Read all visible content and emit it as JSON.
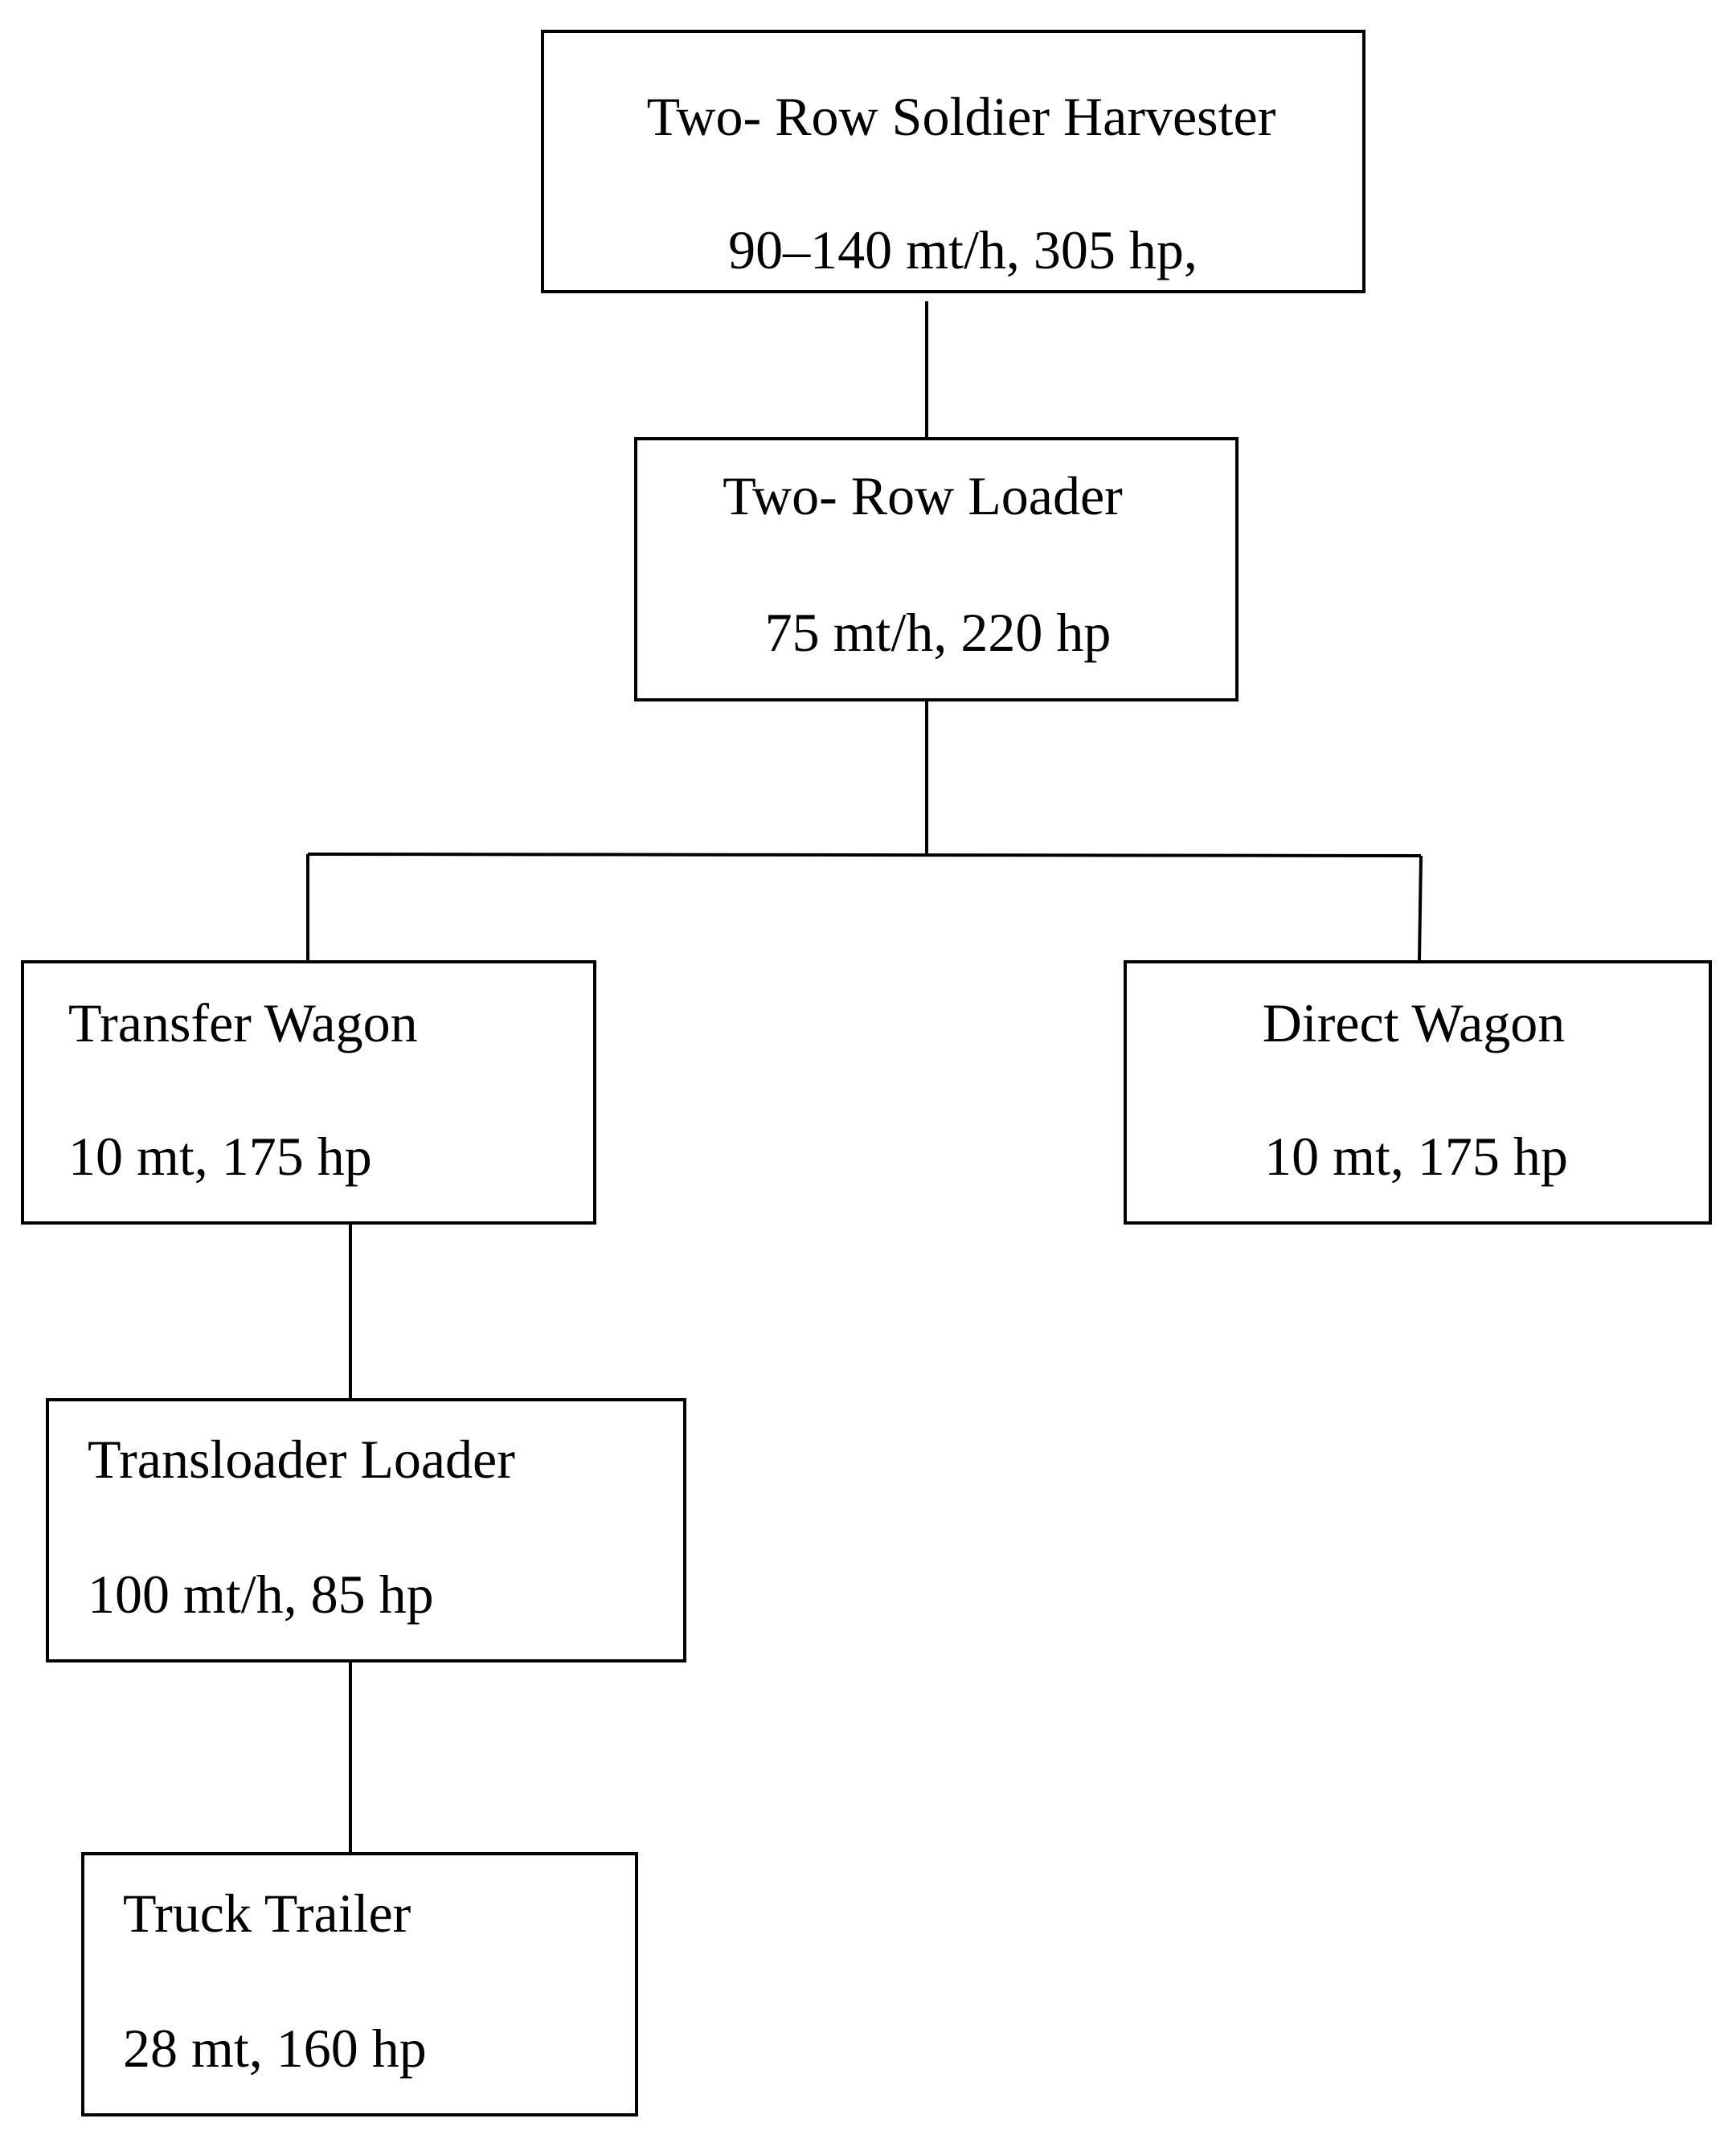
{
  "diagram": {
    "nodes": {
      "harvester": {
        "title": "Two- Row Soldier Harvester",
        "spec": "90–140 mt/h, 305 hp,"
      },
      "loader": {
        "title": "Two- Row Loader",
        "spec": "75 mt/h, 220 hp"
      },
      "transfer_wagon": {
        "title": "Transfer Wagon",
        "spec": "10 mt, 175 hp"
      },
      "direct_wagon": {
        "title": "Direct Wagon",
        "spec": "10 mt, 175 hp"
      },
      "transloader": {
        "title": "Transloader Loader",
        "spec": "100 mt/h, 85 hp"
      },
      "truck_trailer": {
        "title": "Truck Trailer",
        "spec": "28 mt, 160 hp"
      }
    },
    "edges": [
      {
        "from": "harvester",
        "to": "loader"
      },
      {
        "from": "loader",
        "to": "transfer_wagon"
      },
      {
        "from": "loader",
        "to": "direct_wagon"
      },
      {
        "from": "transfer_wagon",
        "to": "transloader"
      },
      {
        "from": "transloader",
        "to": "truck_trailer"
      }
    ],
    "colors": {
      "line": "#000000",
      "box_border": "#000000",
      "background": "#ffffff"
    }
  }
}
